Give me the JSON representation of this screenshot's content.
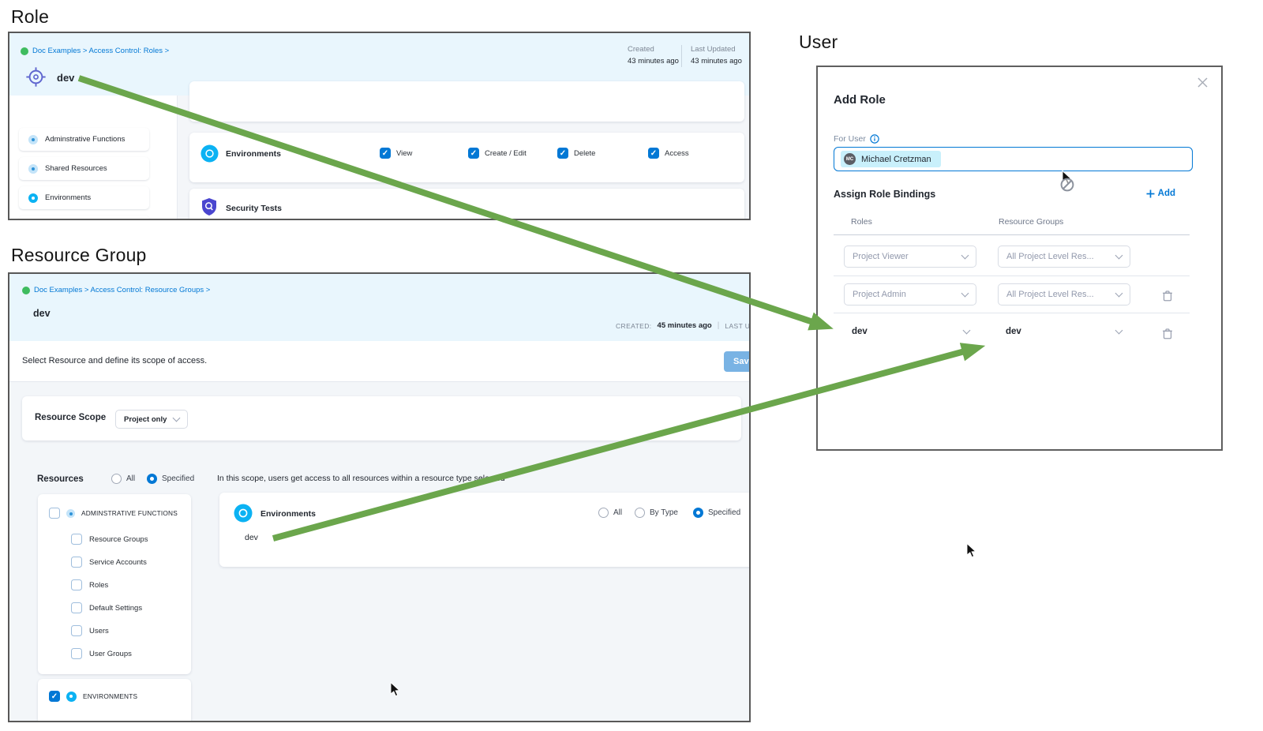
{
  "colors": {
    "accent": "#0278d5",
    "arrow_green": "#6ba64c",
    "header_blue": "#e9f6fd",
    "cyan_icon": "#0bb2f3"
  },
  "section_labels": {
    "role": "Role",
    "resource_group": "Resource Group",
    "user": "User"
  },
  "role_panel": {
    "breadcrumb": "Doc Examples > Access Control: Roles >",
    "title": "dev",
    "meta": {
      "created_label": "Created",
      "created_value": "43 minutes ago",
      "updated_label": "Last Updated",
      "updated_value": "43 minutes ago"
    },
    "sidebar": {
      "items": [
        {
          "label": "Adminstrative Functions"
        },
        {
          "label": "Shared Resources"
        },
        {
          "label": "Environments"
        }
      ]
    },
    "rows": {
      "environments": {
        "label": "Environments",
        "permissions": [
          {
            "label": "View",
            "checked": true
          },
          {
            "label": "Create / Edit",
            "checked": true
          },
          {
            "label": "Delete",
            "checked": true
          },
          {
            "label": "Access",
            "checked": true
          }
        ]
      },
      "security_tests": {
        "label": "Security Tests"
      }
    }
  },
  "resource_group_panel": {
    "breadcrumb": "Doc Examples > Access Control: Resource Groups >",
    "title": "dev",
    "meta": {
      "created_label": "CREATED:",
      "created_value": "45 minutes ago",
      "separator": "|",
      "updated_label": "LAST UPD"
    },
    "toolbar": {
      "description": "Select Resource and define its scope of access.",
      "save_label": "Sav"
    },
    "resource_scope": {
      "label": "Resource Scope",
      "value": "Project only"
    },
    "resources": {
      "label": "Resources",
      "radio_all": "All",
      "radio_specified": "Specified",
      "admin_group": {
        "label": "ADMINSTRATIVE FUNCTIONS",
        "items": [
          {
            "label": "Resource Groups"
          },
          {
            "label": "Service Accounts"
          },
          {
            "label": "Roles"
          },
          {
            "label": "Default Settings"
          },
          {
            "label": "Users"
          },
          {
            "label": "User Groups"
          }
        ]
      },
      "env_group": {
        "label": "ENVIRONMENTS"
      }
    },
    "scope_panel": {
      "hint": "In this scope, users get access to all resources within a resource type selected",
      "row": {
        "label": "Environments",
        "radio_all": "All",
        "radio_by_type": "By Type",
        "radio_specified": "Specified",
        "resource": "dev"
      }
    }
  },
  "user_modal": {
    "title": "Add Role",
    "for_user_label": "For User",
    "user_chip": {
      "initials": "MC",
      "name": "Michael Cretzman"
    },
    "assign_section": {
      "label": "Assign Role Bindings",
      "add_label": "Add"
    },
    "columns": {
      "roles": "Roles",
      "resource_groups": "Resource Groups"
    },
    "bindings": [
      {
        "role": "Project Viewer",
        "resource_group": "All Project Level Res..."
      },
      {
        "role": "Project Admin",
        "resource_group": "All Project Level Res..."
      },
      {
        "role": "dev",
        "resource_group": "dev"
      }
    ]
  }
}
